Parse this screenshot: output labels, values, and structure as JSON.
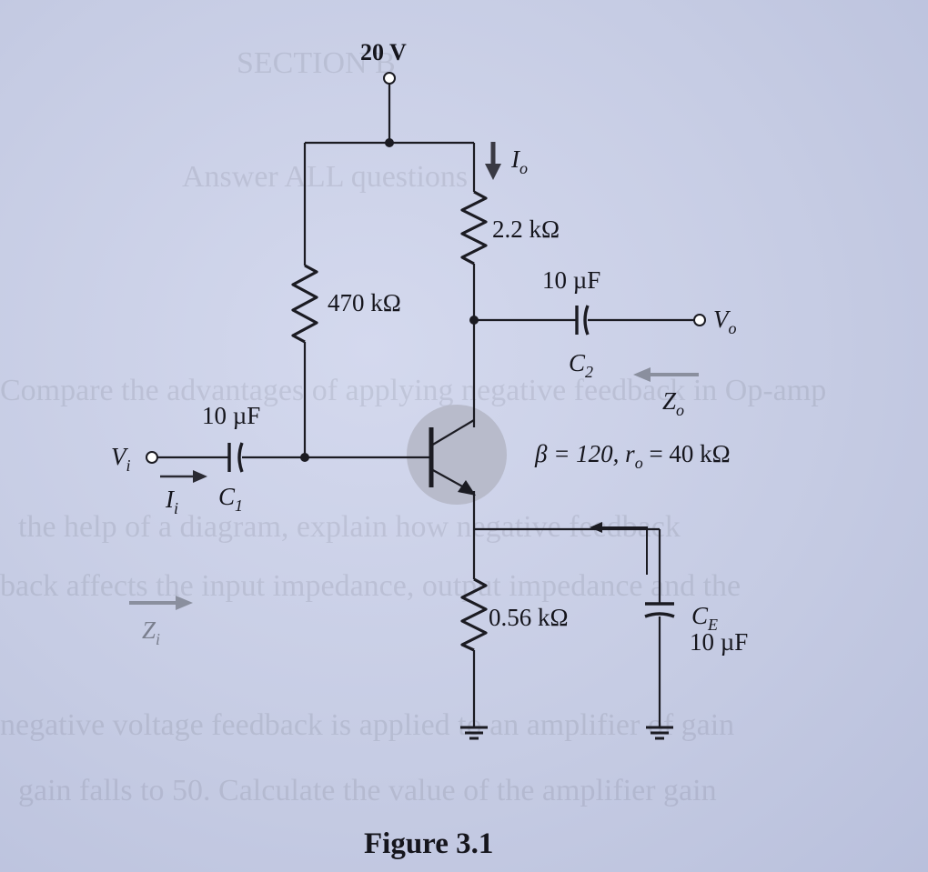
{
  "figure": {
    "caption": "Figure 3.1"
  },
  "supply": {
    "voltage": "20 V"
  },
  "components": {
    "rb": {
      "value": "470 kΩ"
    },
    "rc": {
      "value": "2.2 kΩ"
    },
    "re": {
      "value": "0.56 kΩ"
    },
    "c1": {
      "name": "C",
      "sub": "1",
      "value": "10 µF"
    },
    "c2": {
      "name": "C",
      "sub": "2",
      "value": "10 µF"
    },
    "ce": {
      "name": "C",
      "sub": "E",
      "value": "10 µF"
    }
  },
  "transistor": {
    "params": "β = 120, r",
    "ro_sub": "o",
    "ro_value": " = 40 kΩ"
  },
  "signals": {
    "vi": {
      "main": "V",
      "sub": "i"
    },
    "ii": {
      "main": "I",
      "sub": "i"
    },
    "zi": {
      "main": "Z",
      "sub": "i"
    },
    "vo": {
      "main": "V",
      "sub": "o"
    },
    "io": {
      "main": "I",
      "sub": "o"
    },
    "zo": {
      "main": "Z",
      "sub": "o"
    }
  },
  "colors": {
    "ink": "#1b1b22",
    "paper": "#c9cfe6",
    "arrow": "#8a8f9e",
    "transistor_shade": "#b4b6c6"
  }
}
